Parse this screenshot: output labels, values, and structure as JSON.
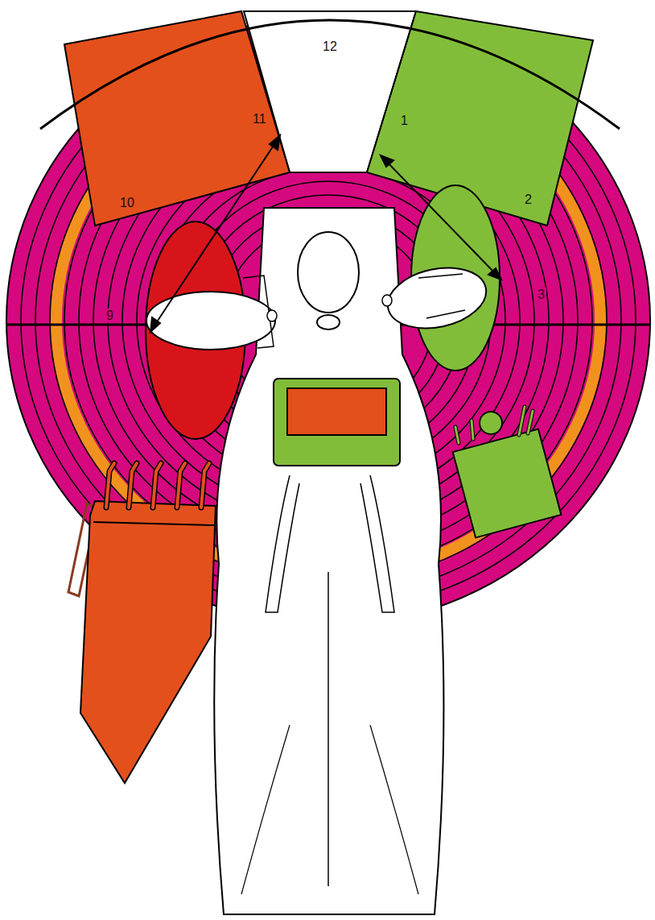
{
  "diagram": {
    "labels": [
      "12",
      "11",
      "1",
      "10",
      "2",
      "9",
      "3"
    ]
  }
}
